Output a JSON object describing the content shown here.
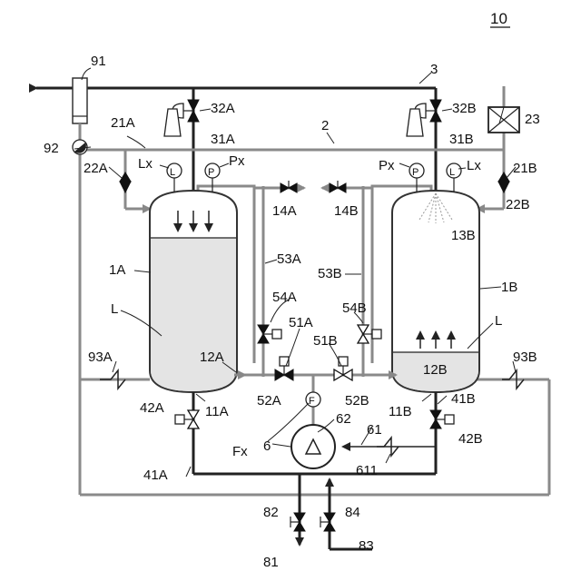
{
  "labels": {
    "fig": "10",
    "l3": "3",
    "l2": "2",
    "l91": "91",
    "l92": "92",
    "l21A": "21A",
    "l21B": "21B",
    "l22A": "22A",
    "l22B": "22B",
    "l23": "23",
    "l32A": "32A",
    "l32B": "32B",
    "l31A": "31A",
    "l31B": "31B",
    "lLxA": "Lx",
    "lLxB": "Lx",
    "lPxA": "Px",
    "lPxB": "Px",
    "gL": "L",
    "gP": "P",
    "gL2": "L",
    "gP2": "P",
    "gF": "F",
    "l14A": "14A",
    "l14B": "14B",
    "l13B": "13B",
    "l1A": "1A",
    "l1B": "1B",
    "lLA": "L",
    "lLB": "L",
    "l53A": "53A",
    "l53B": "53B",
    "l54A": "54A",
    "l54B": "54B",
    "l51A": "51A",
    "l51B": "51B",
    "l52A": "52A",
    "l52B": "52B",
    "l12A": "12A",
    "l12B": "12B",
    "l93A": "93A",
    "l93B": "93B",
    "l42A": "42A",
    "l42B": "42B",
    "l11A": "11A",
    "l11B": "11B",
    "l41A": "41A",
    "l41B": "41B",
    "l62": "62",
    "l61": "61",
    "l611": "611",
    "l6": "6",
    "lFx": "Fx",
    "l82": "82",
    "l84": "84",
    "l81": "81",
    "l83": "83"
  }
}
